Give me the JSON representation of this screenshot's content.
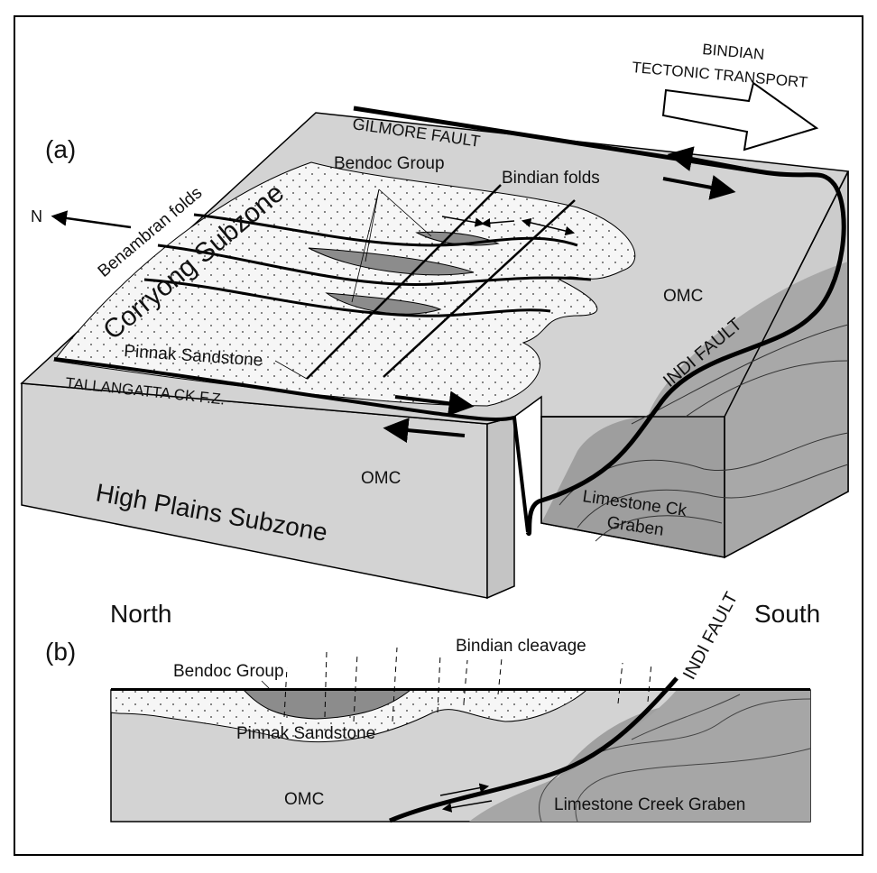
{
  "panel_a": {
    "tag": "(a)",
    "transport_line1": "BINDIAN",
    "transport_line2": "TECTONIC TRANSPORT",
    "gilmore_fault": "GILMORE FAULT",
    "bendoc_group": "Bendoc Group",
    "bindian_folds": "Bindian folds",
    "north_arrow": "N",
    "benambran_folds": "Benambran folds",
    "corryong_subzone": "Corryong Subzone",
    "omc_upper": "OMC",
    "indi_fault": "INDI  FAULT",
    "pinnak_sandstone": "Pinnak Sandstone",
    "tallangatta": "TALLANGATTA CK F.Z.",
    "omc_lower": "OMC",
    "high_plains_subzone": "High Plains Subzone",
    "limestone_ck_line1": "Limestone Ck",
    "limestone_ck_line2": "Graben"
  },
  "panel_b": {
    "tag": "(b)",
    "north": "North",
    "south": "South",
    "indi_fault": "INDI FAULT",
    "bindian_cleavage": "Bindian cleavage",
    "bendoc_group": "Bendoc Group",
    "pinnak_sandstone": "Pinnak Sandstone",
    "omc": "OMC",
    "limestone_creek_graben": "Limestone Creek Graben"
  },
  "colors": {
    "light_grey": "#d3d3d3",
    "mid_grey": "#b8b8b8",
    "dark_grey": "#8c8c8c",
    "stipple_bg": "#f6f6f6",
    "line": "#000000"
  }
}
